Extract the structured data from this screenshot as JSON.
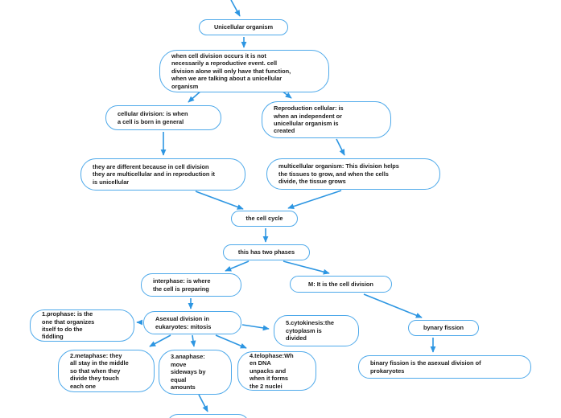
{
  "colors": {
    "node_border": "#4ea9ea",
    "arrow": "#2d96e2",
    "text": "#1a1a1a",
    "background": "#ffffff"
  },
  "diagram": {
    "type": "concept-map",
    "topic": "cell division",
    "nodes": [
      {
        "id": "unicellular-organism",
        "label": "Unicellular organism"
      },
      {
        "id": "division-note",
        "label": "when cell division occurs it is not\nnecessarily a reproductive event. cell\ndivision alone will only have that function,\nwhen we are talking about a unicellular\norganism"
      },
      {
        "id": "cellular-division",
        "label": "cellular division: is when\na cell is born in general"
      },
      {
        "id": "reproduction-cellular",
        "label": "Reproduction cellular: is\nwhen an independent or\nunicellular organism is\ncreated"
      },
      {
        "id": "difference-note",
        "label": "they are different because in cell division\nthey are multicellular and in reproduction it\nis unicellular"
      },
      {
        "id": "multicellular-organism",
        "label": "multicellular organism: This division helps\nthe tissues to grow, and when the cells\ndivide, the tissue grows"
      },
      {
        "id": "cell-cycle",
        "label": "the cell cycle"
      },
      {
        "id": "two-phases",
        "label": "this has two phases"
      },
      {
        "id": "interphase",
        "label": "interphase: is where\nthe cell is preparing"
      },
      {
        "id": "m-phase",
        "label": "M: It is the cell division"
      },
      {
        "id": "prophase",
        "label": "1.prophase: is the\none that organizes\nitself to do the\nfiddling"
      },
      {
        "id": "mitosis",
        "label": "Asexual division in\neukaryotes: mitosis"
      },
      {
        "id": "cytokinesis",
        "label": "5.cytokinesis:the\ncytoplasm is\ndivided"
      },
      {
        "id": "bynary-fission",
        "label": "bynary fission"
      },
      {
        "id": "metaphase",
        "label": "2.metaphase: they\nall stay in the middle\nso that when they\ndivide they touch\neach one"
      },
      {
        "id": "anaphase",
        "label": "3.anaphase:\nmove\nsideways by\nequal\namounts"
      },
      {
        "id": "telophase",
        "label": "4.telophase:Wh\nen DNA\nunpacks and\nwhen it forms\nthe 2 nuclei"
      },
      {
        "id": "binary-fission-note",
        "label": "binary fission is the asexual division of\nprokaryotes"
      },
      {
        "id": "cut-off-node",
        "label": ""
      }
    ],
    "edges": [
      {
        "from": "off-canvas-top",
        "to": "unicellular-organism"
      },
      {
        "from": "unicellular-organism",
        "to": "division-note"
      },
      {
        "from": "division-note",
        "to": "cellular-division"
      },
      {
        "from": "division-note",
        "to": "reproduction-cellular"
      },
      {
        "from": "cellular-division",
        "to": "difference-note"
      },
      {
        "from": "reproduction-cellular",
        "to": "multicellular-organism"
      },
      {
        "from": "difference-note",
        "to": "cell-cycle"
      },
      {
        "from": "multicellular-organism",
        "to": "cell-cycle"
      },
      {
        "from": "cell-cycle",
        "to": "two-phases"
      },
      {
        "from": "two-phases",
        "to": "interphase"
      },
      {
        "from": "two-phases",
        "to": "m-phase"
      },
      {
        "from": "interphase",
        "to": "mitosis"
      },
      {
        "from": "mitosis",
        "to": "prophase"
      },
      {
        "from": "mitosis",
        "to": "metaphase"
      },
      {
        "from": "mitosis",
        "to": "anaphase"
      },
      {
        "from": "mitosis",
        "to": "telophase"
      },
      {
        "from": "mitosis",
        "to": "cytokinesis"
      },
      {
        "from": "m-phase",
        "to": "bynary-fission"
      },
      {
        "from": "bynary-fission",
        "to": "binary-fission-note"
      },
      {
        "from": "anaphase",
        "to": "cut-off-node"
      }
    ]
  }
}
